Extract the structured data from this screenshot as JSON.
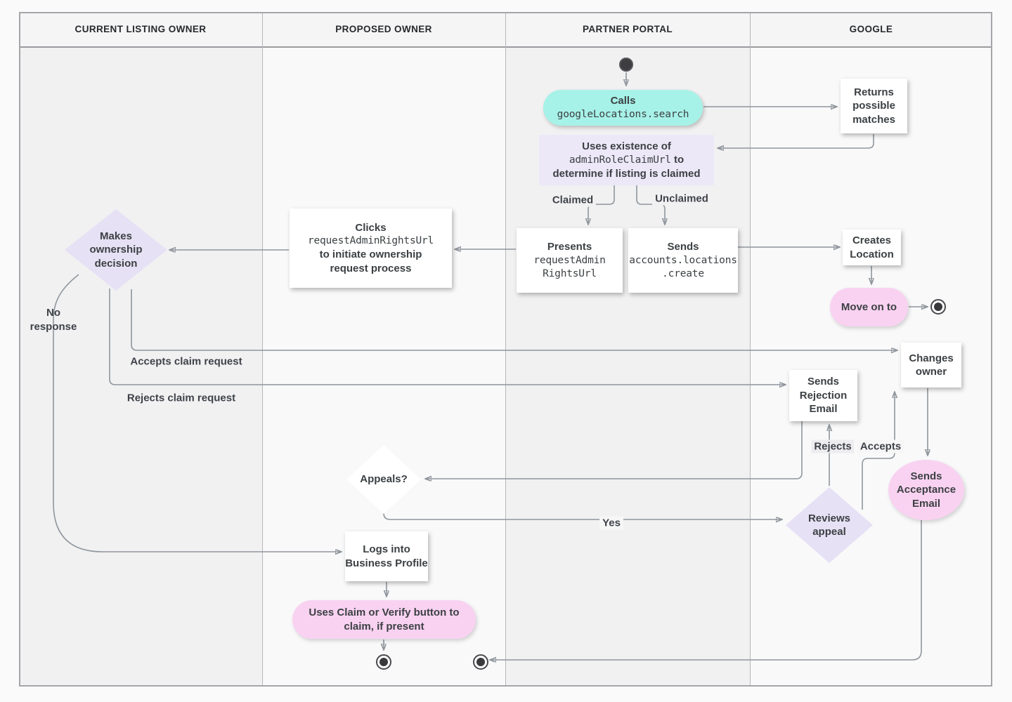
{
  "colors": {
    "teal": "#a7f2e8",
    "lavender": "#ece8f8",
    "diamond": "#e6e1f5",
    "pink": "#f9d2f1",
    "line": "#8f969c",
    "arrowhead": "#6b7076",
    "text": "#3c4043"
  },
  "lanes": [
    {
      "title": "CURRENT LISTING OWNER"
    },
    {
      "title": "PROPOSED OWNER"
    },
    {
      "title": "PARTNER PORTAL"
    },
    {
      "title": "GOOGLE"
    }
  ],
  "nodes": {
    "calls": {
      "title": "Calls",
      "code": "googleLocations.search"
    },
    "uses_existence": {
      "l1": "Uses existence of",
      "code": "adminRoleClaimUrl",
      "l2_rest": " to",
      "l3": "determine if listing is claimed"
    },
    "presents": {
      "title": "Presents",
      "code1": "requestAdmin",
      "code2": "RightsUrl"
    },
    "sends_create": {
      "title": "Sends",
      "code1": "accounts.locations",
      "code2": ".create"
    },
    "returns": {
      "text": "Returns possible matches"
    },
    "creates": {
      "text": "Creates Location"
    },
    "move_on": {
      "text": "Move on to"
    },
    "changes_owner": {
      "text": "Changes owner"
    },
    "sends_rejection": {
      "text": "Sends Rejection Email"
    },
    "sends_acceptance": {
      "text": "Sends Acceptance Email"
    },
    "reviews_appeal": {
      "text": "Reviews appeal"
    },
    "clicks": {
      "title": "Clicks",
      "code": "requestAdminRightsUrl",
      "l3": "to initiate ownership",
      "l4": "request process"
    },
    "appeals": {
      "text": "Appeals?"
    },
    "logs_in": {
      "text": "Logs into Business Profile"
    },
    "claim_verify": {
      "text": "Uses Claim or Verify button to claim, if present"
    },
    "makes_decision": {
      "text": "Makes ownership decision"
    }
  },
  "edge_labels": {
    "claimed": "Claimed",
    "unclaimed": "Unclaimed",
    "no_response": "No response",
    "accepts_claim": "Accepts claim request",
    "rejects_claim": "Rejects claim request",
    "yes": "Yes",
    "rejects": "Rejects",
    "accepts": "Accepts"
  }
}
